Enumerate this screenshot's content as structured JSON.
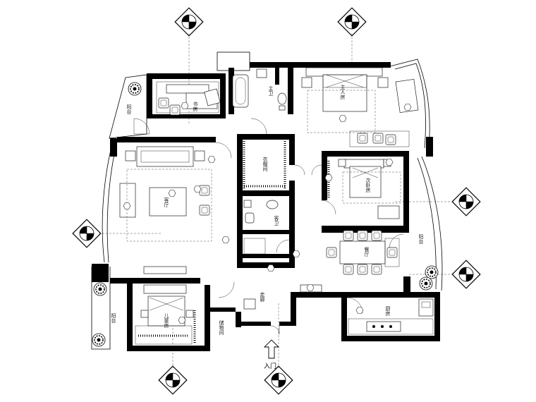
{
  "rooms": {
    "balcony_top_left": "阳台",
    "study": "书房",
    "bathroom_main": "主卫",
    "master_bedroom": "主人房",
    "living_room": "客厅",
    "walk_in_closet": "衣帽间",
    "guest_bath": "客卫",
    "bedroom2": "次卧房",
    "dining": "餐厅",
    "balcony_right": "阳台",
    "corridor": "走廊",
    "balcony_bottom_left": "阳台",
    "child_room": "儿童房",
    "storage": "储物间",
    "kitchen": "厨房"
  },
  "entrance_label": "入门"
}
